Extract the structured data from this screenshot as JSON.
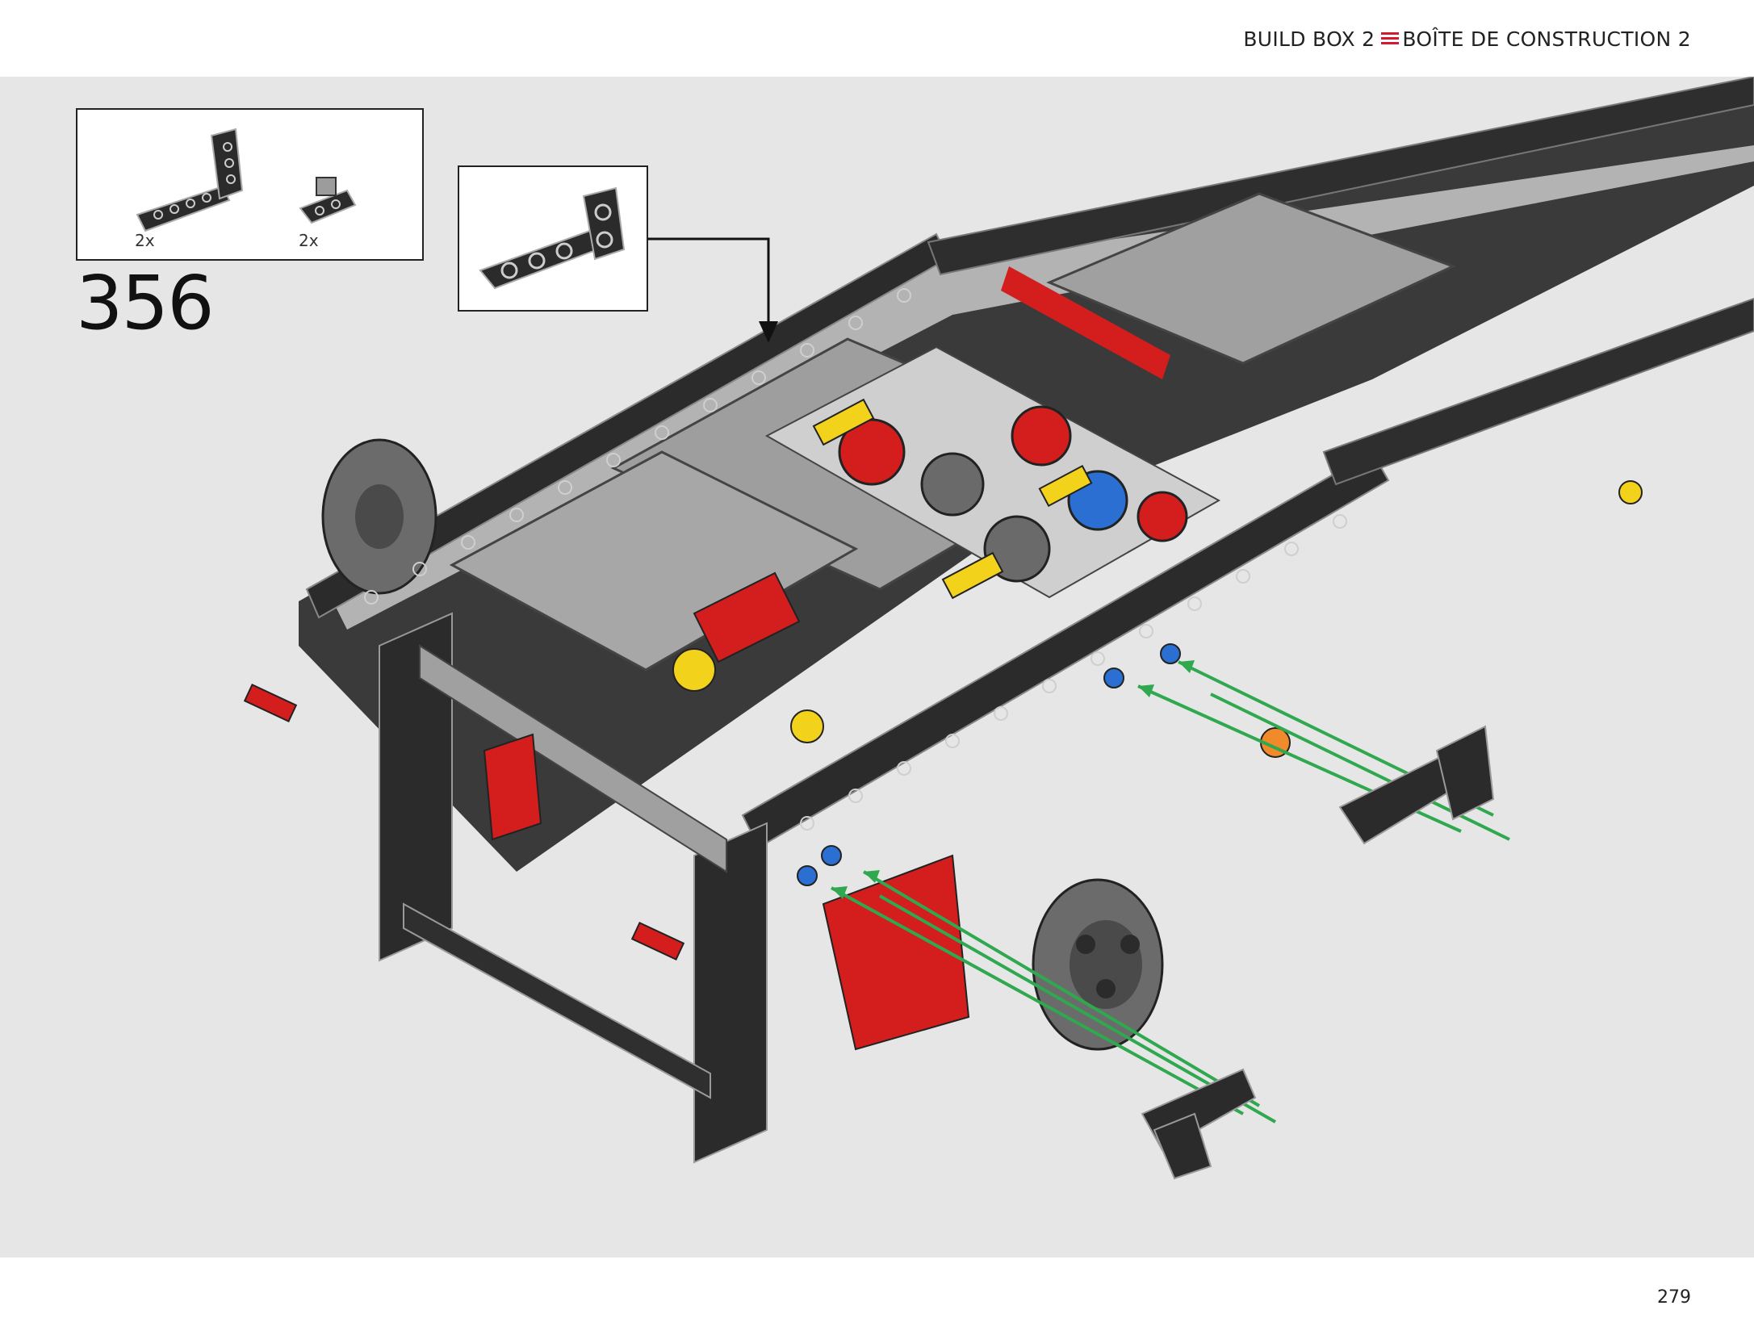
{
  "header": {
    "build_box_en": "BUILD BOX 2",
    "build_box_fr": "BOÎTE DE CONSTRUCTION 2"
  },
  "parts_list": {
    "items": [
      {
        "icon": "l-beam-icon",
        "quantity": "2x"
      },
      {
        "icon": "thick-liftarm-with-pin-connector-icon",
        "quantity": "2x"
      }
    ]
  },
  "step": {
    "number": "356"
  },
  "callout": {
    "icon": "l-beam-callout-icon"
  },
  "footer": {
    "page_number": "279"
  },
  "colors": {
    "accent_separator": "#d7192d",
    "background_stage": "#e6e6e6",
    "beam_dark": "#2b2b2b",
    "beam_light": "#a9a9a9",
    "part_red": "#d41e1e",
    "part_yellow": "#f3d21b",
    "part_blue": "#2a6fd1",
    "guide_arrow": "#2fa84f"
  }
}
